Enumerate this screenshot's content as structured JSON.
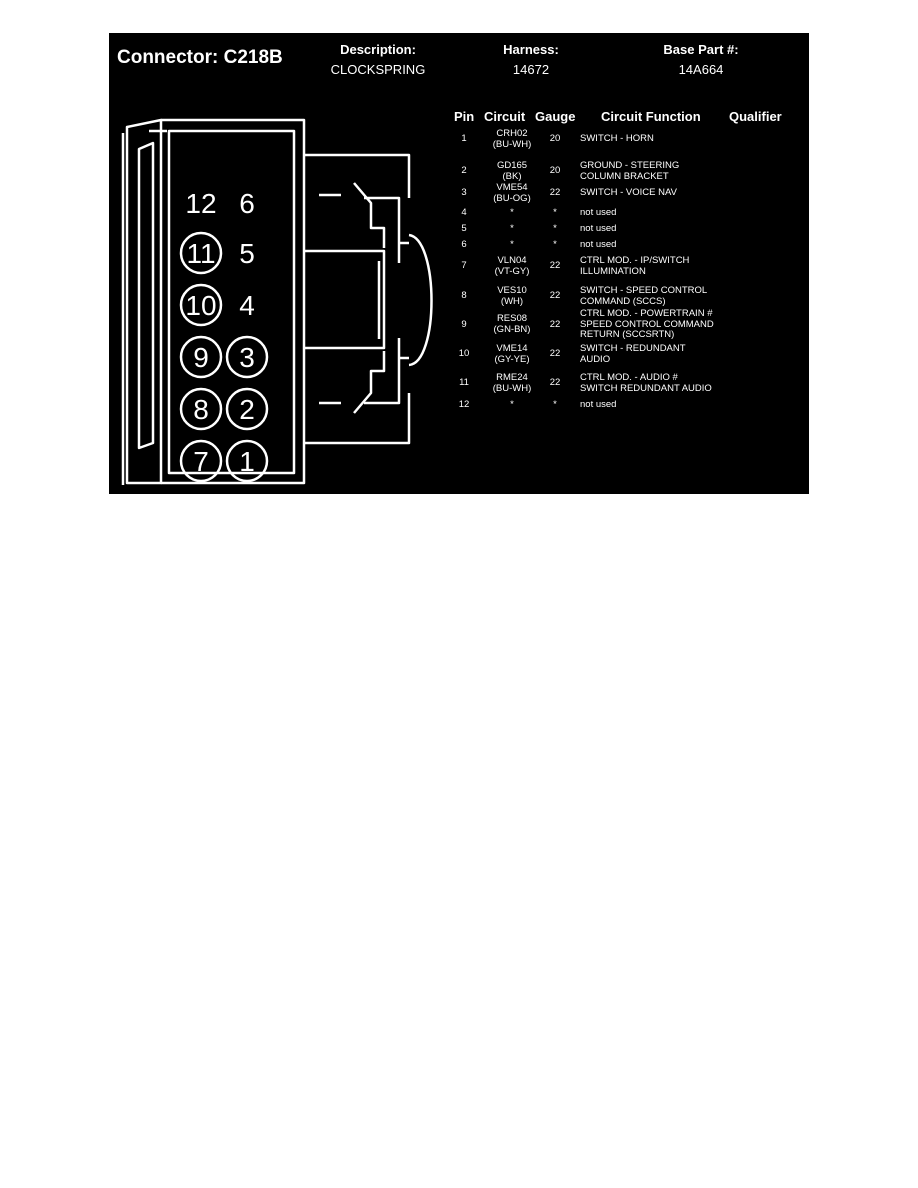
{
  "header": {
    "title": "Connector: C218B",
    "description_label": "Description:",
    "description_value": "CLOCKSPRING",
    "harness_label": "Harness:",
    "harness_value": "14672",
    "base_part_label": "Base Part #:",
    "base_part_value": "14A664"
  },
  "table": {
    "columns": [
      "Pin",
      "Circuit",
      "Gauge",
      "Circuit Function",
      "Qualifier"
    ],
    "rows": [
      {
        "pin": "1",
        "circuit": [
          "CRH02",
          "(BU-WH)"
        ],
        "gauge": "20",
        "function": [
          "SWITCH - HORN"
        ]
      },
      {
        "pin": "2",
        "circuit": [
          "GD165",
          "(BK)"
        ],
        "gauge": "20",
        "function": [
          "GROUND - STEERING",
          "COLUMN BRACKET"
        ]
      },
      {
        "pin": "3",
        "circuit": [
          "VME54",
          "(BU-OG)"
        ],
        "gauge": "22",
        "function": [
          "SWITCH - VOICE NAV"
        ]
      },
      {
        "pin": "4",
        "circuit": [
          "*"
        ],
        "gauge": "*",
        "function": [
          "not used"
        ]
      },
      {
        "pin": "5",
        "circuit": [
          "*"
        ],
        "gauge": "*",
        "function": [
          "not used"
        ]
      },
      {
        "pin": "6",
        "circuit": [
          "*"
        ],
        "gauge": "*",
        "function": [
          "not used"
        ]
      },
      {
        "pin": "7",
        "circuit": [
          "VLN04",
          "(VT-GY)"
        ],
        "gauge": "22",
        "function": [
          "CTRL MOD. - IP/SWITCH",
          "ILLUMINATION"
        ]
      },
      {
        "pin": "8",
        "circuit": [
          "VES10",
          "(WH)"
        ],
        "gauge": "22",
        "function": [
          "SWITCH - SPEED CONTROL",
          "COMMAND (SCCS)"
        ]
      },
      {
        "pin": "9",
        "circuit": [
          "RES08",
          "(GN-BN)"
        ],
        "gauge": "22",
        "function": [
          "CTRL MOD. - POWERTRAIN #",
          "SPEED CONTROL COMMAND",
          "RETURN (SCCSRTN)"
        ]
      },
      {
        "pin": "10",
        "circuit": [
          "VME14",
          "(GY-YE)"
        ],
        "gauge": "22",
        "function": [
          "SWITCH - REDUNDANT",
          "AUDIO"
        ]
      },
      {
        "pin": "11",
        "circuit": [
          "RME24",
          "(BU-WH)"
        ],
        "gauge": "22",
        "function": [
          "CTRL MOD. - AUDIO #",
          "SWITCH REDUNDANT AUDIO"
        ]
      },
      {
        "pin": "12",
        "circuit": [
          "*"
        ],
        "gauge": "*",
        "function": [
          "not used"
        ]
      }
    ]
  },
  "connector_face": {
    "pin_labels": [
      "12",
      "6",
      "11",
      "5",
      "10",
      "4",
      "9",
      "3",
      "8",
      "2",
      "7",
      "1"
    ],
    "circled_pins": [
      "11",
      "10",
      "9",
      "3",
      "8",
      "2",
      "7",
      "1"
    ]
  }
}
